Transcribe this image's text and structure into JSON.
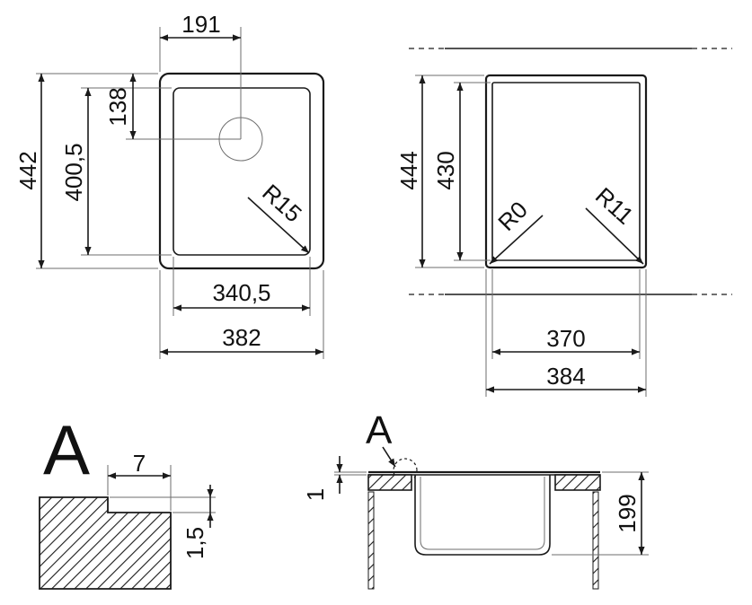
{
  "colors": {
    "line": "#1a1a1a",
    "hatch_fill": "#ffffff",
    "background": "#ffffff"
  },
  "top_left_view": {
    "dim_width_outer": "382",
    "dim_width_inner": "340,5",
    "dim_drain_offset_x": "191",
    "dim_height_outer": "442",
    "dim_height_inner": "400,5",
    "dim_drain_offset_y": "138",
    "radius_label": "R15"
  },
  "top_right_view": {
    "dim_width_outer": "384",
    "dim_width_inner": "370",
    "dim_height_outer": "444",
    "dim_height_inner": "430",
    "radius_left_label": "R0",
    "radius_right_label": "R11"
  },
  "detail_a": {
    "title": "A",
    "dim_step_width": "7",
    "dim_step_height": "1,5"
  },
  "section_view": {
    "detail_marker": "A",
    "dim_rim_thickness": "1",
    "dim_depth": "199"
  }
}
